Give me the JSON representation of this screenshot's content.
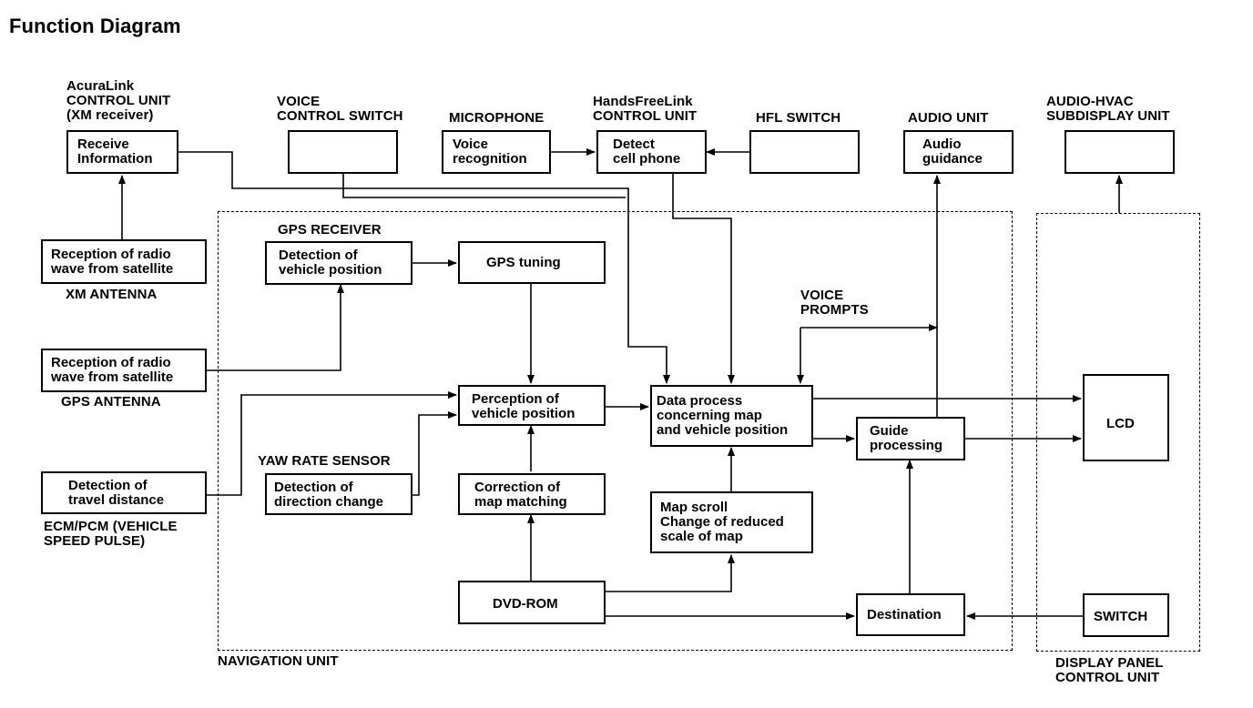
{
  "title": "Function Diagram",
  "groups": {
    "navigation_unit": "NAVIGATION UNIT",
    "display_panel_control_unit": "DISPLAY PANEL\nCONTROL UNIT"
  },
  "component_labels": {
    "acuralink": "AcuraLink\nCONTROL UNIT\n(XM receiver)",
    "voice_control_switch": "VOICE\nCONTROL SWITCH",
    "microphone": "MICROPHONE",
    "handsfreelink": "HandsFreeLink\nCONTROL UNIT",
    "hfl_switch": "HFL SWITCH",
    "audio_unit": "AUDIO UNIT",
    "audio_hvac": "AUDIO-HVAC\nSUBDISPLAY UNIT",
    "gps_receiver": "GPS RECEIVER",
    "xm_antenna": "XM ANTENNA",
    "gps_antenna": "GPS ANTENNA",
    "yaw_rate_sensor": "YAW RATE SENSOR",
    "ecm_pcm": "ECM/PCM (VEHICLE\nSPEED PULSE)",
    "voice_prompts": "VOICE\nPROMPTS"
  },
  "boxes": {
    "receive_information": "Receive\nInformation",
    "voice_control_switch": "",
    "voice_recognition": "Voice\nrecognition",
    "detect_cell_phone": "Detect\ncell phone",
    "hfl_switch": "",
    "audio_guidance": "Audio\nguidance",
    "audio_hvac": "",
    "xm_reception": "Reception of radio\nwave from satellite",
    "detection_vehicle_position": "Detection of\nvehicle position",
    "gps_tuning": "GPS tuning",
    "gps_reception": "Reception of radio\nwave from satellite",
    "perception_vehicle_position": "Perception of\nvehicle position",
    "data_process": "Data process\nconcerning map\nand vehicle position",
    "guide_processing": "Guide\nprocessing",
    "lcd": "LCD",
    "detection_travel_distance": "Detection of\ntravel distance",
    "detection_direction_change": "Detection of\ndirection change",
    "correction_map_matching": "Correction of\nmap matching",
    "map_scroll": "Map scroll\nChange of reduced\nscale of map",
    "dvd_rom": "DVD-ROM",
    "destination": "Destination",
    "switch": "SWITCH"
  }
}
